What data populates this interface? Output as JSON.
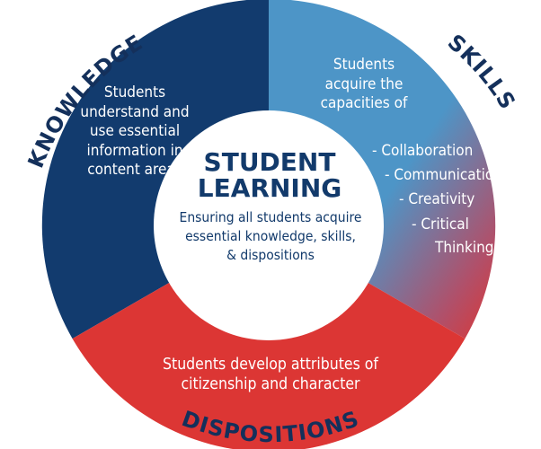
{
  "sections": {
    "knowledge": {
      "heading": "KNOWLEDGE",
      "body": "Students\nunderstand and\nuse essential\ninformation in\ncontent areas"
    },
    "skills": {
      "heading": "SKILLS",
      "intro": "Students\nacquire the\ncapacities of",
      "items": [
        "- Collaboration",
        "- Communication",
        "- Creativity",
        "- Critical",
        "Thinking"
      ]
    },
    "dispositions": {
      "heading": "DISPOSITIONS",
      "body": "Students develop attributes of\ncitizenship and character"
    }
  },
  "center": {
    "title": "STUDENT\nLEARNING",
    "subtitle": "Ensuring all students acquire\nessential knowledge, skills,\n& dispositions"
  },
  "colors": {
    "knowledge": "#123b6e",
    "skills": "#4d95c7",
    "dispositions": "#dc3634",
    "center": "#ffffff",
    "heading_text": "#14305b"
  }
}
